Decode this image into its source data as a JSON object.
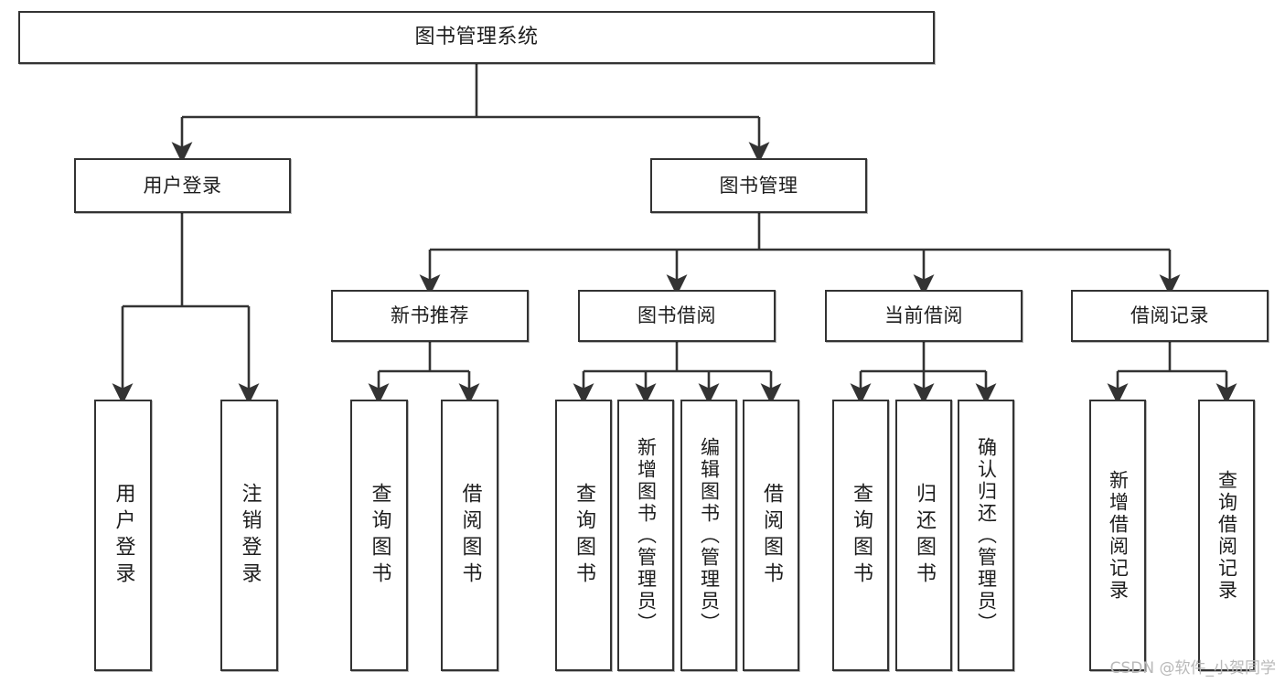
{
  "diagram": {
    "title": "图书管理系统",
    "type": "tree-hierarchy-diagram",
    "colors": {
      "box_border": "#333333",
      "box_fill": "#ffffff",
      "connector": "#333333",
      "text": "#1d1d1d",
      "watermark": "#b9b9b9",
      "background": "#ffffff"
    },
    "watermark": "CSDN @软件_小贺同学",
    "levels": {
      "root": {
        "label": "图书管理系统"
      },
      "level2": [
        {
          "label": "用户登录"
        },
        {
          "label": "图书管理"
        }
      ],
      "level3": [
        {
          "label": "新书推荐"
        },
        {
          "label": "图书借阅"
        },
        {
          "label": "当前借阅"
        },
        {
          "label": "借阅记录"
        }
      ],
      "leaves": {
        "user_login": [
          {
            "label": "用户登录"
          },
          {
            "label": "注销登录"
          }
        ],
        "new_book_recommend": [
          {
            "label": "查询图书"
          },
          {
            "label": "借阅图书"
          }
        ],
        "book_borrow": [
          {
            "label": "查询图书"
          },
          {
            "label": "新增图书（管理员）"
          },
          {
            "label": "编辑图书（管理员）"
          },
          {
            "label": "借阅图书"
          }
        ],
        "current_borrow": [
          {
            "label": "查询图书"
          },
          {
            "label": "归还图书"
          },
          {
            "label": "确认归还（管理员）"
          }
        ],
        "borrow_records": [
          {
            "label": "新增借阅记录"
          },
          {
            "label": "查询借阅记录"
          }
        ]
      }
    }
  }
}
